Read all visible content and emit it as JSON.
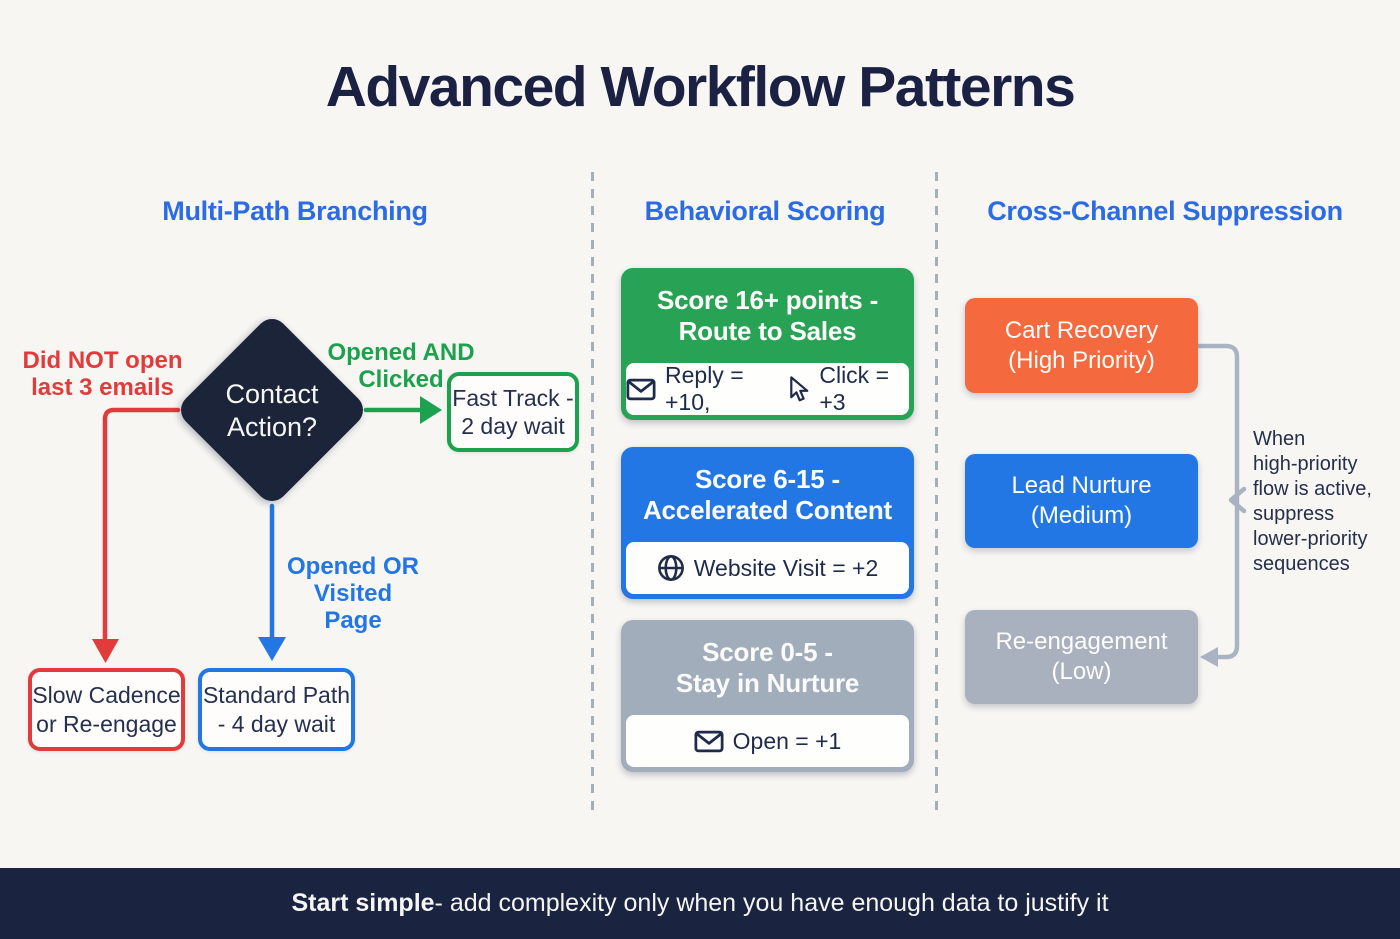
{
  "title": "Advanced Workflow Patterns",
  "colors": {
    "background": "#f7f6f3",
    "title_navy": "#1a2142",
    "heading_blue": "#2b6ce6",
    "red": "#e23b3c",
    "green": "#1ca14f",
    "green_card": "#28a355",
    "blue": "#2277e5",
    "gray_card": "#a2adbc",
    "orange": "#f46a3e",
    "bracket_gray": "#a9b3c3",
    "footer_navy": "#1a2441"
  },
  "branching": {
    "heading": "Multi-Path Branching",
    "diamond": "Contact\nAction?",
    "no_open_label": "Did NOT open\nlast 3 emails",
    "opened_clicked_label": "Opened AND\nClicked",
    "opened_or_label": "Opened OR\nVisited Page",
    "fast_track_box": "Fast Track -\n2 day wait",
    "slow_cadence_box": "Slow Cadence\nor Re-engage",
    "standard_path_box": "Standard Path\n- 4 day wait"
  },
  "scoring": {
    "heading": "Behavioral Scoring",
    "cards": [
      {
        "title": "Score 16+ points -\nRoute to Sales",
        "rule_a": "Reply = +10,",
        "rule_b": "Click = +3"
      },
      {
        "title": "Score 6-15 -\nAccelerated Content",
        "rule_a": "Website Visit = +2"
      },
      {
        "title": "Score 0-5 -\nStay in Nurture",
        "rule_a": "Open = +1"
      }
    ]
  },
  "suppression": {
    "heading": "Cross-Channel Suppression",
    "boxes": [
      {
        "label": "Cart Recovery\n(High Priority)"
      },
      {
        "label": "Lead Nurture\n(Medium)"
      },
      {
        "label": "Re-engagement\n(Low)"
      }
    ],
    "note_lines": [
      "When",
      "high-priority",
      "flow is active,",
      "suppress",
      "lower-priority",
      "sequences"
    ]
  },
  "footer": {
    "bold": "Start simple",
    "rest": " - add complexity only when you have enough data to justify it"
  }
}
